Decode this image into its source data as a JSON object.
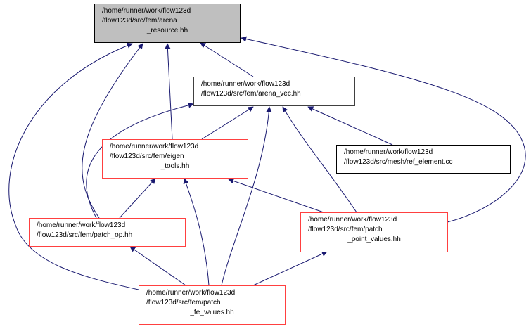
{
  "graph": {
    "edge_color": "#191970",
    "nodes": {
      "arena_resource": {
        "lines": [
          "/home/runner/work/flow123d",
          "/flow123d/src/fem/arena",
          "_resource.hh"
        ],
        "fill": "#bfbfbf"
      },
      "arena_vec": {
        "lines": [
          "/home/runner/work/flow123d",
          "/flow123d/src/fem/arena_vec.hh"
        ]
      },
      "eigen_tools": {
        "lines": [
          "/home/runner/work/flow123d",
          "/flow123d/src/fem/eigen",
          "_tools.hh"
        ]
      },
      "ref_element": {
        "lines": [
          "/home/runner/work/flow123d",
          "/flow123d/src/mesh/ref_element.cc"
        ]
      },
      "patch_op": {
        "lines": [
          "/home/runner/work/flow123d",
          "/flow123d/src/fem/patch_op.hh"
        ]
      },
      "patch_point_values": {
        "lines": [
          "/home/runner/work/flow123d",
          "/flow123d/src/fem/patch",
          "_point_values.hh"
        ]
      },
      "patch_fe_values": {
        "lines": [
          "/home/runner/work/flow123d",
          "/flow123d/src/fem/patch",
          "_fe_values.hh"
        ]
      }
    }
  }
}
